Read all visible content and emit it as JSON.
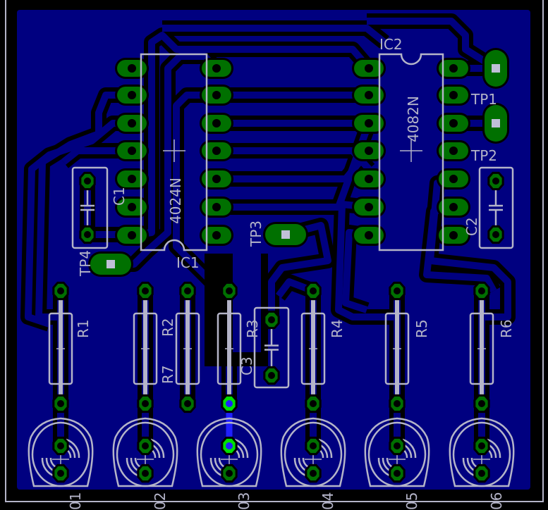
{
  "board": {
    "pour_color": "#000080",
    "pad_color": "#007000",
    "silk_color": "#b4b4c8",
    "highlight_color": "#00e000"
  },
  "ics": [
    {
      "name": "IC1",
      "value": "4024N"
    },
    {
      "name": "IC2",
      "value": "4082N"
    }
  ],
  "caps": [
    "C1",
    "C2",
    "C3"
  ],
  "testpoints": [
    "TP1",
    "TP2",
    "TP3",
    "TP4"
  ],
  "resistors": [
    "R1",
    "R7",
    "R2",
    "R3",
    "R4",
    "R5",
    "R6"
  ],
  "leds": [
    "01",
    "02",
    "03",
    "04",
    "05",
    "06"
  ]
}
